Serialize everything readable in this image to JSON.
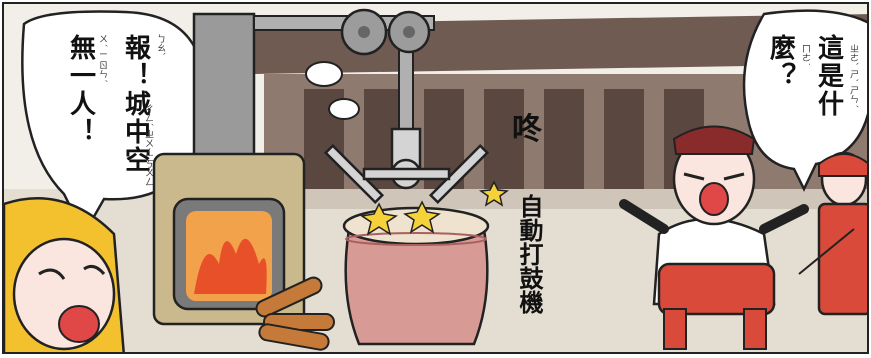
{
  "speech_left": {
    "lines": [
      "報！城中空",
      "無一人！"
    ],
    "ruby": [
      "ㄅㄠˋ",
      "ㄔㄥˊ ㄓㄨㄥ ㄎㄨㄥ",
      "ㄨˊ ㄧ ㄖㄣˊ"
    ]
  },
  "speech_right": {
    "lines": [
      "這是什",
      "麼？"
    ],
    "ruby": [
      "ㄓㄜˋ ㄕˋ ㄕㄣˊ",
      "ㄇㄜ˙"
    ]
  },
  "sound_effect": "咚",
  "machine_caption": "自動打鼓機",
  "colors": {
    "outline": "#222222",
    "bubble": "#ffffff",
    "drum_body": "#d89a94",
    "drum_rim": "#efe2cf",
    "furnace": "#c9b98d",
    "fire": "#e8502a",
    "soldier_red": "#d94a3a",
    "sky": "#f2eee8",
    "building": "#8e7a6e"
  }
}
